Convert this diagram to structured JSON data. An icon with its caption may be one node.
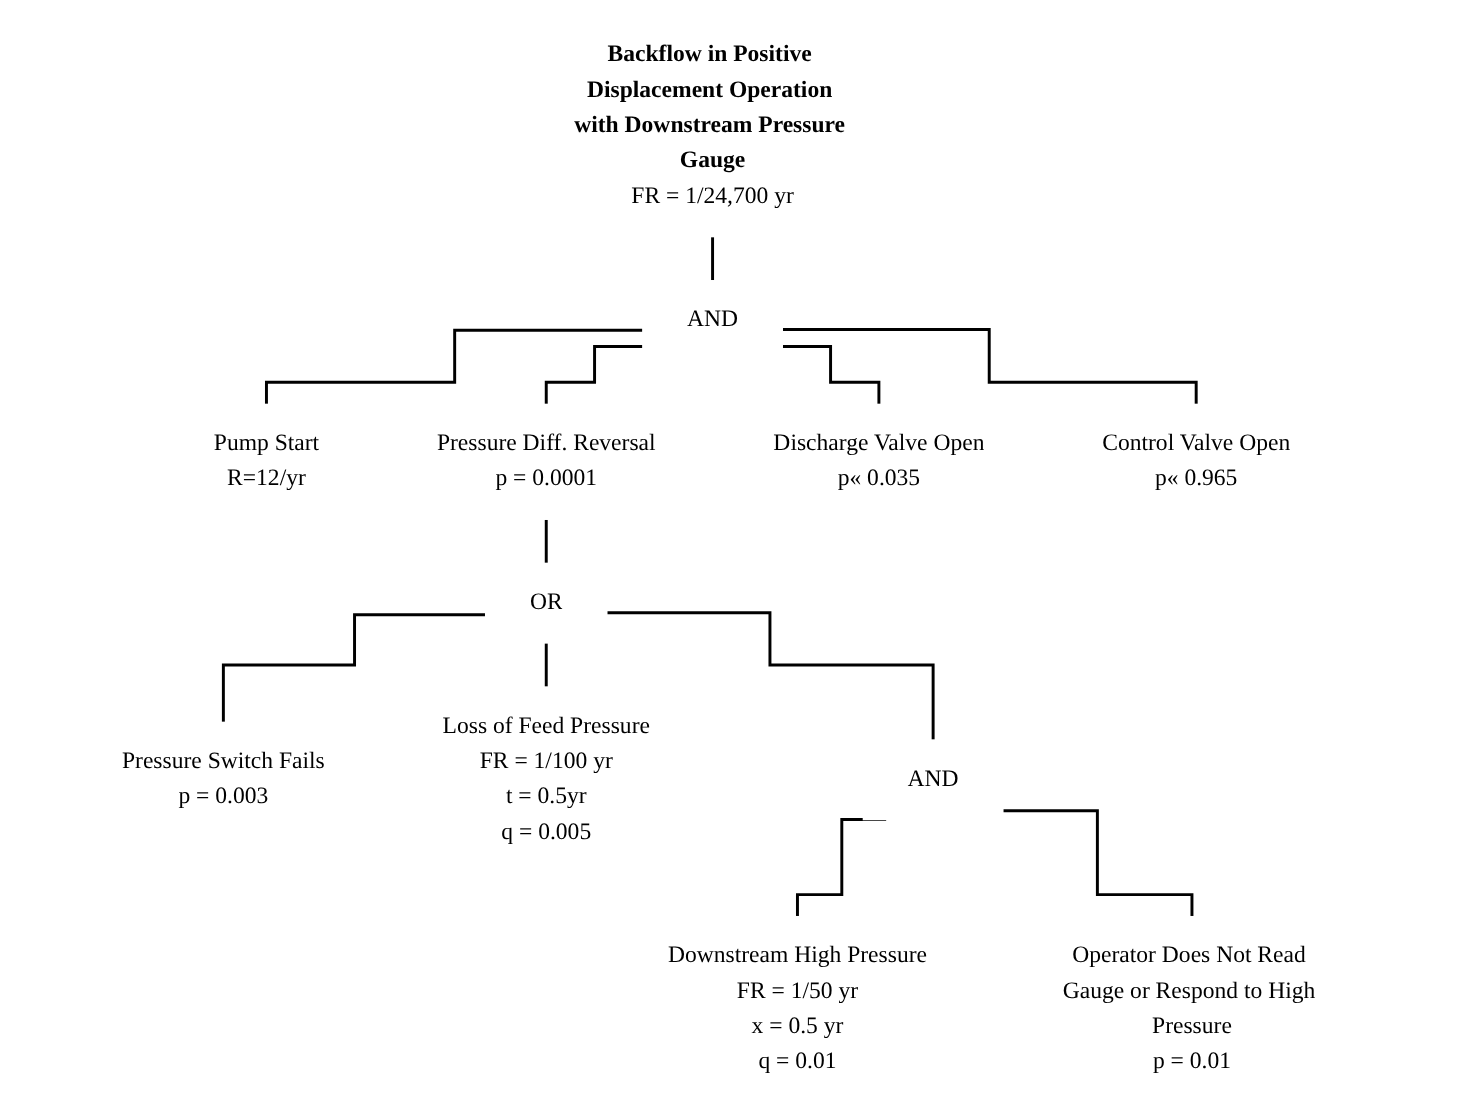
{
  "diagram": {
    "nodes": [
      {
        "text": [
          "Backflow in Positive Displacement Operation with Downstream Pressure Gauge",
          "FR = 1/24,700 yr"
        ]
      },
      {
        "text": [
          "AND"
        ]
      },
      {
        "text": [
          "Pump Start",
          "R=12/yr"
        ]
      },
      {
        "text": [
          "Pressure Diff. Reversal",
          "p = 0.0001"
        ]
      },
      {
        "text": [
          "Discharge Valve Open",
          "p« 0.035"
        ]
      },
      {
        "text": [
          "Control Valve Open",
          "p« 0.965"
        ]
      },
      {
        "text": [
          "OR"
        ]
      },
      {
        "text": [
          "Pressure Switch Fails",
          "p = 0.003"
        ]
      },
      {
        "text": [
          "Loss of Feed Pressure",
          "FR = 1/100 yr",
          "t = 0.5yr",
          "q = 0.005"
        ]
      },
      {
        "text": [
          "AND"
        ]
      },
      {
        "text": [
          "Downstream High Pressure",
          "FR = 1/50 yr",
          "x = 0.5 yr",
          "q = 0.01"
        ]
      },
      {
        "text": [
          "Operator Does Not Read Gauge or Respond to High Pressure",
          "p = 0.01"
        ]
      }
    ],
    "edges": [
      {
        "from": 0,
        "to": 1,
        "arrow": "none"
      },
      {
        "from": 1,
        "to": 2,
        "arrow": "none"
      },
      {
        "from": 1,
        "to": 3,
        "arrow": "none"
      },
      {
        "from": 1,
        "to": 4,
        "arrow": "none"
      },
      {
        "from": 1,
        "to": 5,
        "arrow": "none"
      },
      {
        "from": 3,
        "to": 6,
        "arrow": "none"
      },
      {
        "from": 6,
        "to": 7,
        "arrow": "none"
      },
      {
        "from": 6,
        "to": 8,
        "arrow": "none"
      },
      {
        "from": 6,
        "to": 9,
        "arrow": "none"
      },
      {
        "from": 9,
        "to": 10,
        "arrow": "none"
      },
      {
        "from": 9,
        "to": 11,
        "arrow": "none"
      }
    ]
  }
}
